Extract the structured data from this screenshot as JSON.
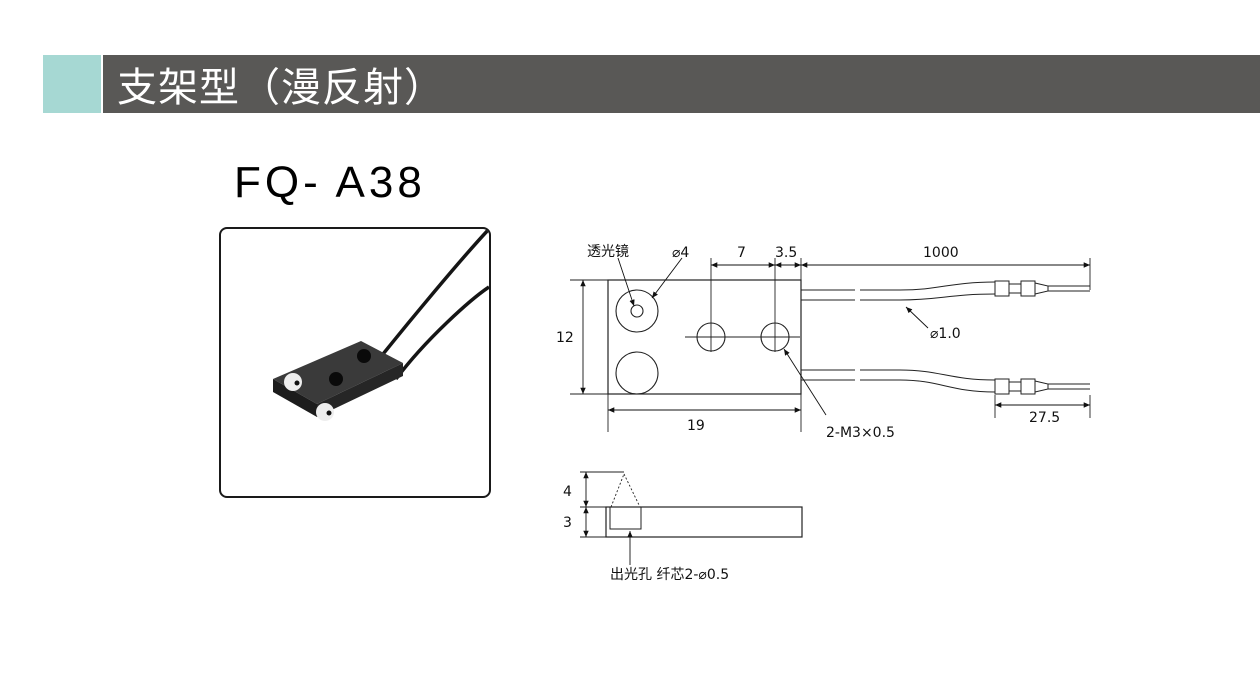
{
  "header": {
    "title": "支架型（漫反射）",
    "accent_color": "#a6d8d3",
    "bar_color": "#595856"
  },
  "product": {
    "model": "FQ- A38",
    "photo_icon": "fiber-sensor-bracket-photo"
  },
  "top_view": {
    "lens_label": "透光镜",
    "lens_diameter": "⌀4",
    "dim_hole_spacing": "7",
    "dim_edge_offset": "3.5",
    "dim_cable_length": "1000",
    "dim_height": "12",
    "dim_width": "19",
    "cable_diameter": "⌀1.0",
    "screw_holes": "2-M3×0.5",
    "dim_connector": "27.5"
  },
  "side_view": {
    "dim_top": "4",
    "dim_body": "3",
    "aperture_label": "出光孔  纤芯2-⌀0.5"
  }
}
